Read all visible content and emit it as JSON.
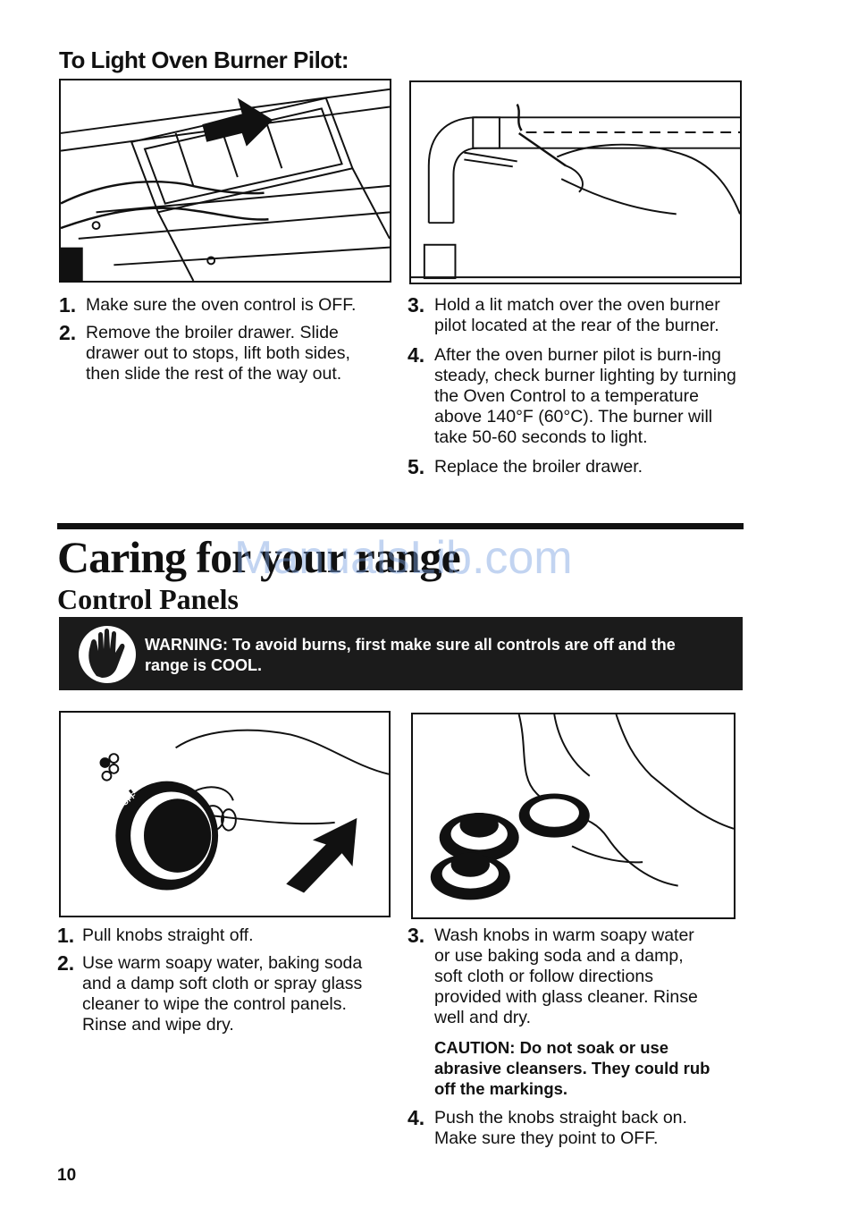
{
  "top_section": {
    "title": "To Light Oven Burner Pilot:",
    "steps_left": [
      {
        "num": "1.",
        "text": "Make sure the oven control is OFF."
      },
      {
        "num": "2.",
        "text": "Remove the broiler drawer. Slide drawer out to stops, lift both sides, then slide the rest of the way out."
      }
    ],
    "steps_right": [
      {
        "num": "3.",
        "text": "Hold a lit match over the oven burner pilot located at the rear of the burner."
      },
      {
        "num": "4.",
        "text": "After the oven burner pilot is burn-ing steady, check burner lighting by turning the Oven Control to a temperature above 140°F (60°C). The burner will take 50-60 seconds to light."
      },
      {
        "num": "5.",
        "text": "Replace the broiler drawer."
      }
    ]
  },
  "section": {
    "heading": "Caring for your range",
    "subheading": "Control Panels",
    "watermark": "ManualsLib.com"
  },
  "warning": {
    "icon": "hand-warning-icon",
    "text": "WARNING: To avoid burns, first make sure all controls are off and the range is COOL."
  },
  "bottom_section": {
    "knob_label": "OFF",
    "steps_left": [
      {
        "num": "1.",
        "text": "Pull knobs straight off."
      },
      {
        "num": "2.",
        "text": "Use warm soapy water, baking soda and a damp soft cloth or spray glass cleaner to wipe the control panels. Rinse and wipe dry."
      }
    ],
    "steps_right": [
      {
        "num": "3.",
        "text": "Wash knobs in warm soapy water or use baking soda and a damp, soft cloth or follow directions provided with glass cleaner. Rinse well and dry."
      }
    ],
    "caution": "CAUTION: Do not soak or use abrasive cleansers. They could rub off the markings.",
    "steps_right_after": [
      {
        "num": "4.",
        "text": "Push the knobs straight back on. Make sure they point to OFF."
      }
    ]
  },
  "page_number": "10"
}
